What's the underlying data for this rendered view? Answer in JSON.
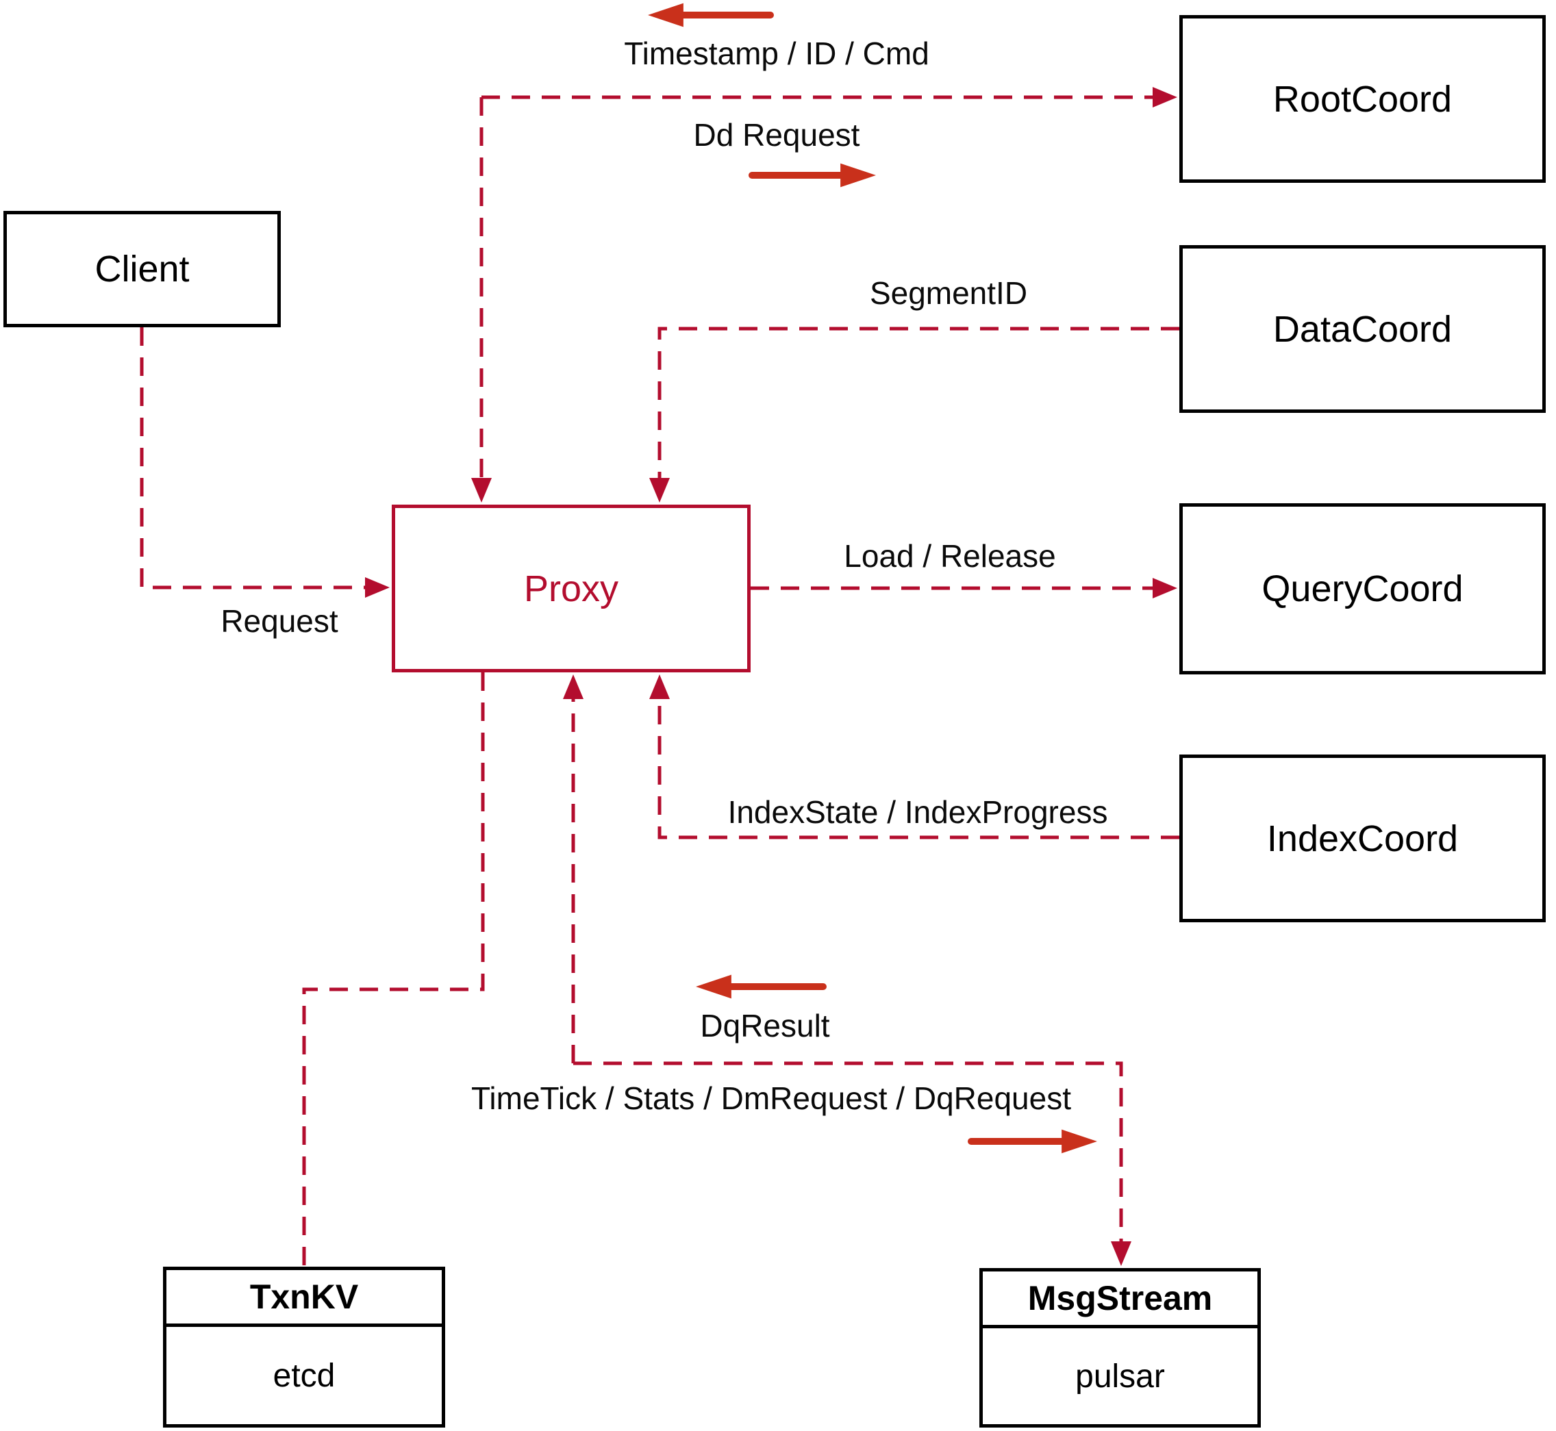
{
  "diagram": {
    "background": "#ffffff",
    "colors": {
      "line": "#b30d2e",
      "arrow": "#c9301b",
      "border": "#000000",
      "text": "#000000"
    },
    "nodes": {
      "client": {
        "label": "Client"
      },
      "proxy": {
        "label": "Proxy"
      },
      "rootcoord": {
        "label": "RootCoord"
      },
      "datacoord": {
        "label": "DataCoord"
      },
      "querycoord": {
        "label": "QueryCoord"
      },
      "indexcoord": {
        "label": "IndexCoord"
      },
      "txnkv": {
        "title": "TxnKV",
        "impl": "etcd"
      },
      "msgstream": {
        "title": "MsgStream",
        "impl": "pulsar"
      }
    },
    "edge_labels": {
      "timestamp_id_cmd": "Timestamp / ID / Cmd",
      "dd_request": "Dd Request",
      "segment_id": "SegmentID",
      "load_release": "Load / Release",
      "request": "Request",
      "index_state": "IndexState / IndexProgress",
      "dq_result": "DqResult",
      "timetick": "TimeTick / Stats / DmRequest / DqRequest"
    }
  }
}
